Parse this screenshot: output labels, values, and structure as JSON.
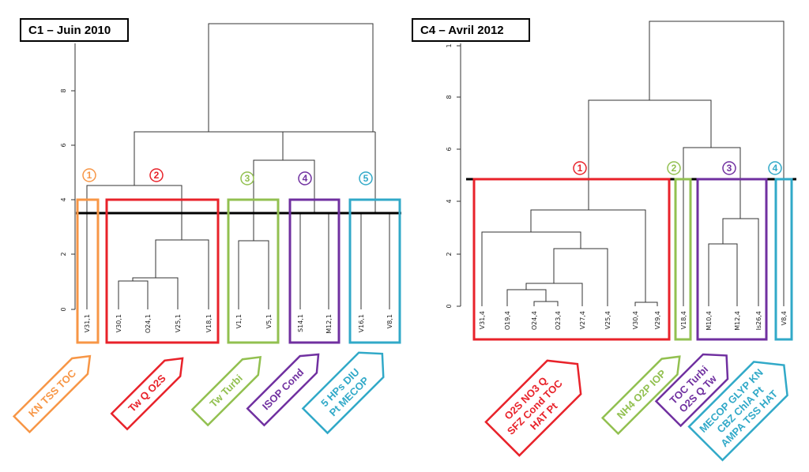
{
  "colors": {
    "orange": "#f79646",
    "red": "#e8222a",
    "green": "#92c050",
    "purple": "#7030a0",
    "blue": "#31a9c8",
    "dendrogram": "#333333",
    "cut_line": "#000000"
  },
  "left_panel": {
    "title": "C1 – Juin 2010",
    "y_ticks": [
      "0",
      "2",
      "4",
      "6",
      "8"
    ],
    "leaves": [
      "V31,1",
      "V30,1",
      "O24,1",
      "V25,1",
      "V18,1",
      "V1,1",
      "V5,1",
      "S14,1",
      "M12,1",
      "V16,1",
      "V8,1"
    ],
    "cluster_numbers": [
      "1",
      "2",
      "3",
      "4",
      "5"
    ],
    "tags": [
      {
        "lines": [
          "KN TSS TOC"
        ],
        "color": "orange"
      },
      {
        "lines": [
          "Tw Q O2S"
        ],
        "color": "red"
      },
      {
        "lines": [
          "Tw Turbi"
        ],
        "color": "green"
      },
      {
        "lines": [
          "ISOP Cond"
        ],
        "color": "purple"
      },
      {
        "lines": [
          "5 HPs DIU",
          "Pt MECOP"
        ],
        "color": "blue"
      }
    ]
  },
  "right_panel": {
    "title": "C4 – Avril 2012",
    "y_ticks": [
      "0",
      "2",
      "4",
      "6",
      "8",
      "1"
    ],
    "leaves": [
      "V31,4",
      "O19,4",
      "O24,4",
      "O23,4",
      "V27,4",
      "V25,4",
      "V30,4",
      "V29,4",
      "V18,4",
      "M10,4",
      "M12,4",
      "Is26,4",
      "V8,4"
    ],
    "cluster_numbers": [
      "1",
      "2",
      "3",
      "4"
    ],
    "tags": [
      {
        "lines": [
          "O2S NO3 Q",
          "SFZ Cond TOC",
          "HAT Pt"
        ],
        "color": "red"
      },
      {
        "lines": [
          "NH4 O2P IOP"
        ],
        "color": "green"
      },
      {
        "lines": [
          "TOC Turbi",
          "O2S Q Tw"
        ],
        "color": "purple"
      },
      {
        "lines": [
          "MECOP GLYP KN",
          "CBZ ChlA Pt",
          "AMPA TSS HAT"
        ],
        "color": "blue"
      }
    ]
  }
}
